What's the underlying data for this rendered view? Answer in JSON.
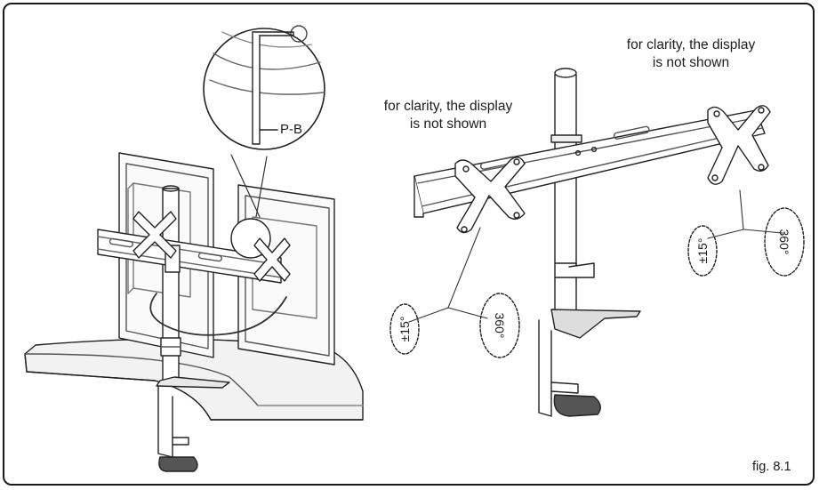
{
  "labels": {
    "note_right_line1": "for clarity, the display",
    "note_right_line2": "is not shown",
    "note_left_line1": "for clarity, the display",
    "note_left_line2": "is not shown",
    "part_label": "P-B",
    "figure": "fig. 8.1"
  },
  "rotation": {
    "tilt": "±15°",
    "swivel": "360°"
  }
}
